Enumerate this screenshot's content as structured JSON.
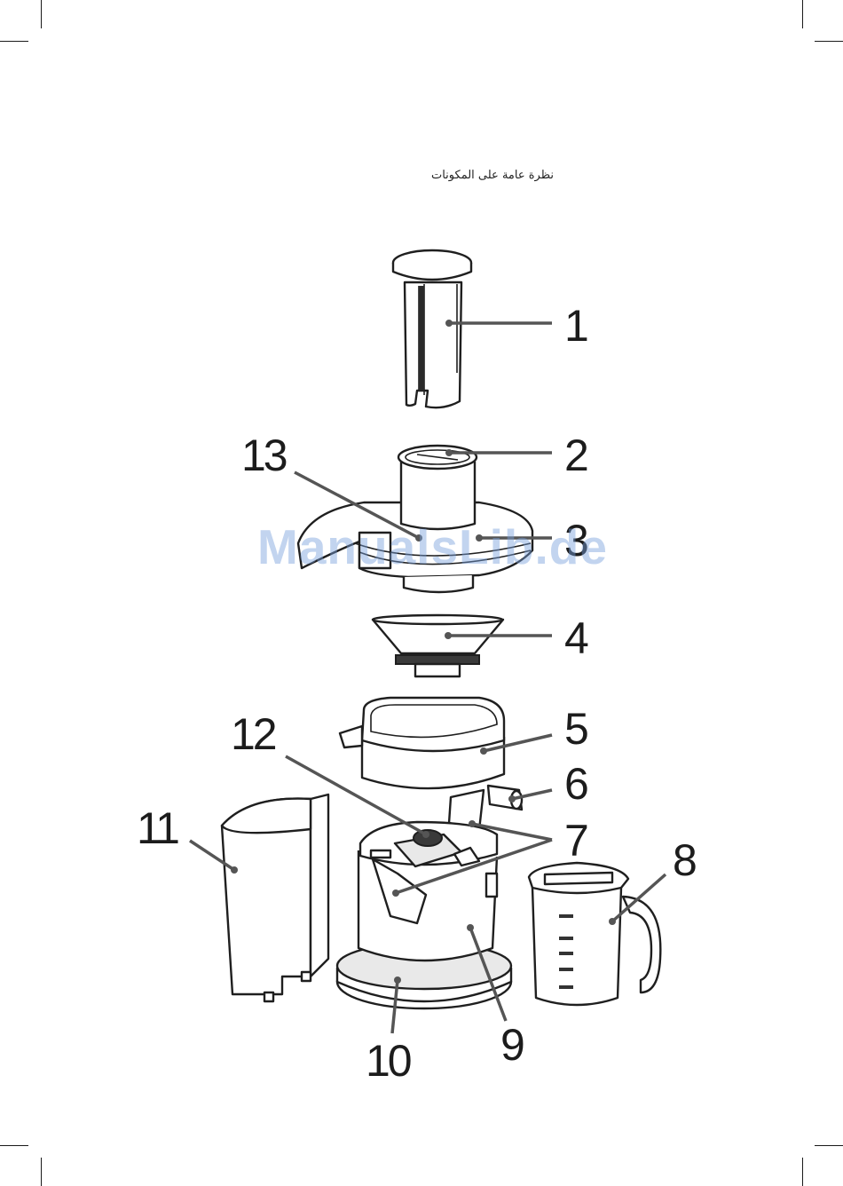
{
  "page": {
    "header_title": "نظرة عامة على المكونات",
    "watermark": "ManualsLib.de"
  },
  "diagram": {
    "callouts": [
      "1",
      "2",
      "3",
      "4",
      "5",
      "6",
      "7",
      "8",
      "9",
      "10",
      "11",
      "12",
      "13"
    ]
  },
  "icons": {
    "crop_marks": "crop-mark-icon"
  }
}
